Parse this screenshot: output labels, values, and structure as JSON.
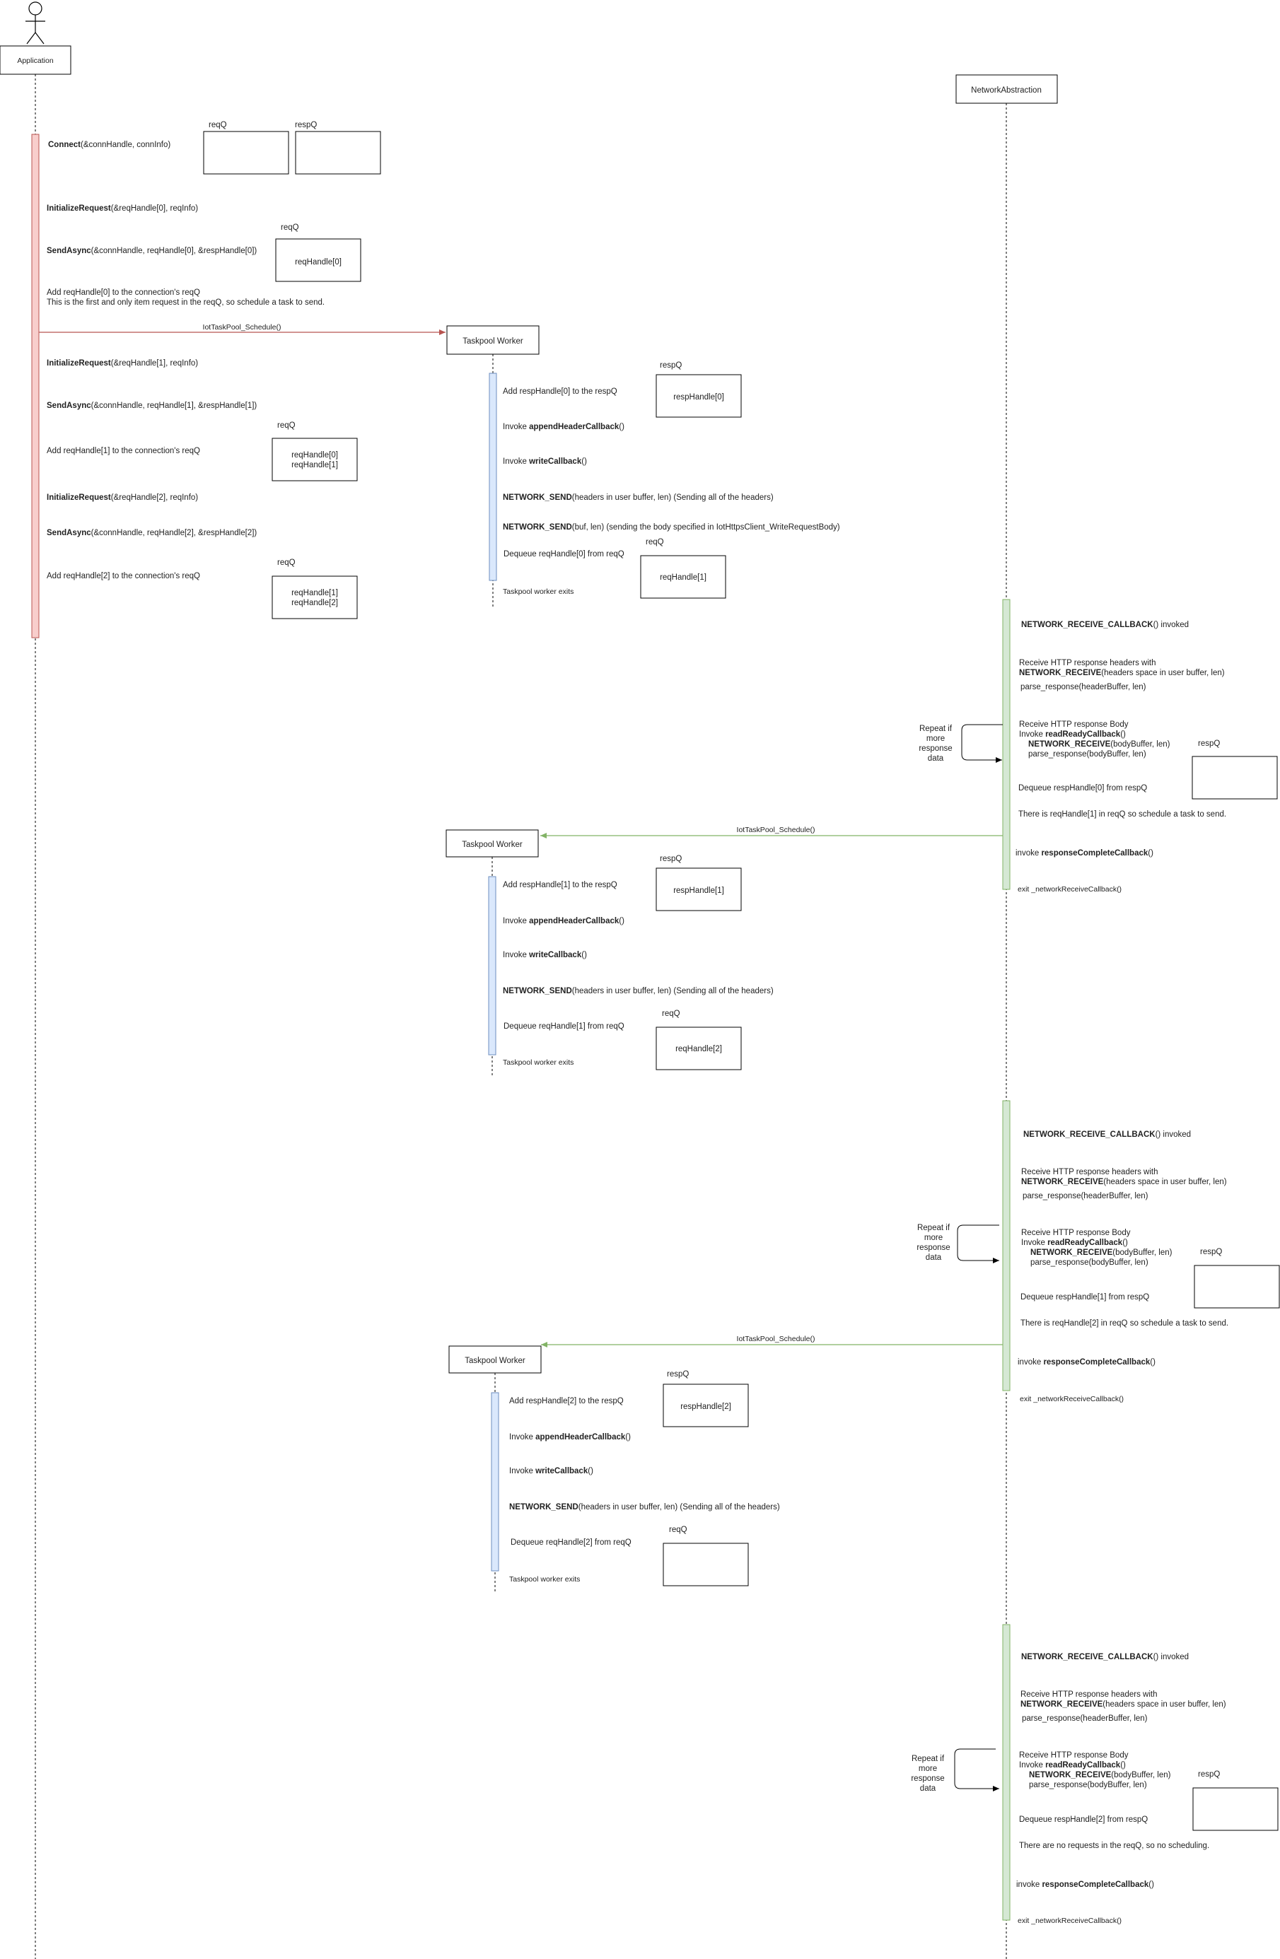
{
  "participants": {
    "application": "Application",
    "network": "NetworkAbstraction",
    "worker": "Taskpool Worker"
  },
  "app_messages": {
    "connect": {
      "b": "Connect",
      "r": "(&connHandle, connInfo)"
    },
    "init0": {
      "b": "InitializeRequest",
      "r": "(&reqHandle[0], reqInfo)"
    },
    "send0": {
      "b": "SendAsync",
      "r": "(&connHandle, reqHandle[0], &respHandle[0])"
    },
    "add0_l1": "Add reqHandle[0] to the connection's reqQ",
    "add0_l2": "This is the first and only item request in the reqQ, so schedule a task to send.",
    "init1": {
      "b": "InitializeRequest",
      "r": "(&reqHandle[1], reqInfo)"
    },
    "send1": {
      "b": "SendAsync",
      "r": "(&connHandle, reqHandle[1], &respHandle[1])"
    },
    "add1": "Add reqHandle[1] to the connection's reqQ",
    "init2": {
      "b": "InitializeRequest",
      "r": "(&reqHandle[2], reqInfo)"
    },
    "send2": {
      "b": "SendAsync",
      "r": "(&connHandle, reqHandle[2], &respHandle[2])"
    },
    "add2": "Add reqHandle[2] to the connection's reqQ"
  },
  "schedule_label": "IotTaskPool_Schedule()",
  "queue_labels": {
    "reqQ": "reqQ",
    "respQ": "respQ"
  },
  "queue_items": {
    "req0": "reqHandle[0]",
    "req01_a": "reqHandle[0]",
    "req01_b": "reqHandle[1]",
    "req12_a": "reqHandle[1]",
    "req12_b": "reqHandle[2]",
    "req1": "reqHandle[1]",
    "req2": "reqHandle[2]",
    "resp0": "respHandle[0]",
    "resp1": "respHandle[1]",
    "resp2": "respHandle[2]"
  },
  "worker_msgs": {
    "add_resp0": "Add respHandle[0] to the respQ",
    "add_resp1": "Add respHandle[1] to the respQ",
    "add_resp2": "Add respHandle[2] to the respQ",
    "invoke": "Invoke ",
    "append_cb": "appendHeaderCallback",
    "write_cb": "writeCallback",
    "parens": "()",
    "net_send": "NETWORK_SEND",
    "net_send_headers": "(headers in user buffer, len) (Sending all of the headers)",
    "net_send_body": "(buf, len) (sending the body specified in IotHttpsClient_WriteRequestBody)",
    "dequeue_req0": "Dequeue reqHandle[0] from reqQ",
    "dequeue_req1": "Dequeue reqHandle[1] from reqQ",
    "dequeue_req2": "Dequeue reqHandle[2] from reqQ",
    "exits": "Taskpool worker exits"
  },
  "net_msgs": {
    "recv_cb": "NETWORK_RECEIVE_CALLBACK",
    "invoked": "() invoked",
    "recv_headers": "Receive HTTP response headers with",
    "net_recv": "NETWORK_RECEIVE",
    "headers_args": "(headers space in user buffer, len)",
    "parse_headers": "parse_response(headerBuffer, len)",
    "recv_body": "Receive HTTP response Body",
    "invoke": "Invoke ",
    "read_cb": "readReadyCallback",
    "parens": "()",
    "body_args": "(bodyBuffer, len)",
    "parse_body": "parse_response(bodyBuffer, len)",
    "dequeue_resp0": "Dequeue respHandle[0] from respQ",
    "dequeue_resp1": "Dequeue respHandle[1] from respQ",
    "dequeue_resp2": "Dequeue respHandle[2] from respQ",
    "sched_req1": "There is reqHandle[1] in reqQ so schedule a  task to send.",
    "sched_req2": "There is reqHandle[2] in reqQ so schedule a  task to send.",
    "no_requests": "There are no requests in the reqQ, so no scheduling.",
    "invoke_lc": "invoke ",
    "complete_cb": "responseCompleteCallback",
    "exit_cb": "exit _networkReceiveCallback()",
    "repeat_l1": "Repeat if",
    "repeat_l2": "more",
    "repeat_l3": "response",
    "repeat_l4": "data"
  },
  "colors": {
    "app_activation_fill": "#f8cecc",
    "app_activation_stroke": "#b85450",
    "app_arrow": "#b85450",
    "worker_activation_fill": "#dae8fc",
    "worker_activation_stroke": "#6c8ebf",
    "net_activation_fill": "#d5e8d4",
    "net_activation_stroke": "#82b366",
    "net_arrow": "#82b366"
  }
}
